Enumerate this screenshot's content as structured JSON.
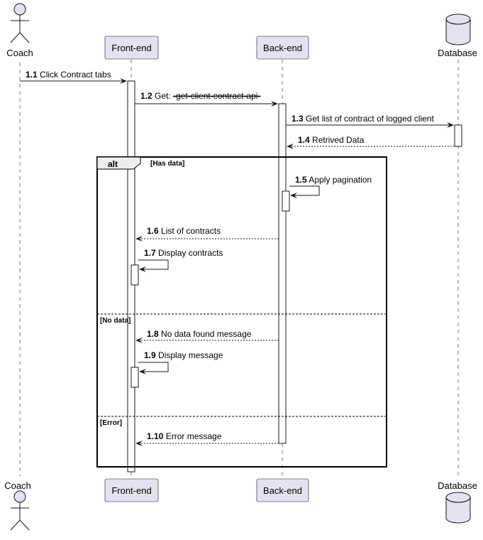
{
  "diagram": {
    "type": "sequence",
    "participants": [
      {
        "id": "coach",
        "name": "Coach",
        "kind": "actor"
      },
      {
        "id": "frontend",
        "name": "Front-end",
        "kind": "participant"
      },
      {
        "id": "backend",
        "name": "Back-end",
        "kind": "participant"
      },
      {
        "id": "database",
        "name": "Database",
        "kind": "database"
      }
    ],
    "messages": [
      {
        "num": "1.1",
        "text": "Click Contract tabs",
        "from": "coach",
        "to": "frontend",
        "style": "solid"
      },
      {
        "num": "1.2",
        "text_prefix": "Get: ",
        "text": "-get-client-contract-api-",
        "strike": true,
        "from": "frontend",
        "to": "backend",
        "style": "solid"
      },
      {
        "num": "1.3",
        "text": "Get list of contract of logged client",
        "from": "backend",
        "to": "database",
        "style": "solid"
      },
      {
        "num": "1.4",
        "text": "Retrived Data",
        "from": "database",
        "to": "backend",
        "style": "dashed"
      },
      {
        "num": "1.5",
        "text": "Apply pagination",
        "from": "backend",
        "to": "backend",
        "style": "self"
      },
      {
        "num": "1.6",
        "text": "List of contracts",
        "from": "backend",
        "to": "frontend",
        "style": "dashed"
      },
      {
        "num": "1.7",
        "text": "Display contracts",
        "from": "frontend",
        "to": "frontend",
        "style": "self"
      },
      {
        "num": "1.8",
        "text": "No data found message",
        "from": "backend",
        "to": "frontend",
        "style": "dashed"
      },
      {
        "num": "1.9",
        "text": "Display message",
        "from": "frontend",
        "to": "frontend",
        "style": "self"
      },
      {
        "num": "1.10",
        "text": "Error message",
        "from": "backend",
        "to": "frontend",
        "style": "dashed"
      }
    ],
    "alt": {
      "label": "alt",
      "guards": [
        "[Has data]",
        "[No data]",
        "[Error]"
      ]
    }
  },
  "colors": {
    "participant_fill": "#E2E2F0",
    "participant_border": "#181818",
    "lifeline": "#181818",
    "activation_fill": "#FFFFFF",
    "background": "#FFFFFF"
  }
}
